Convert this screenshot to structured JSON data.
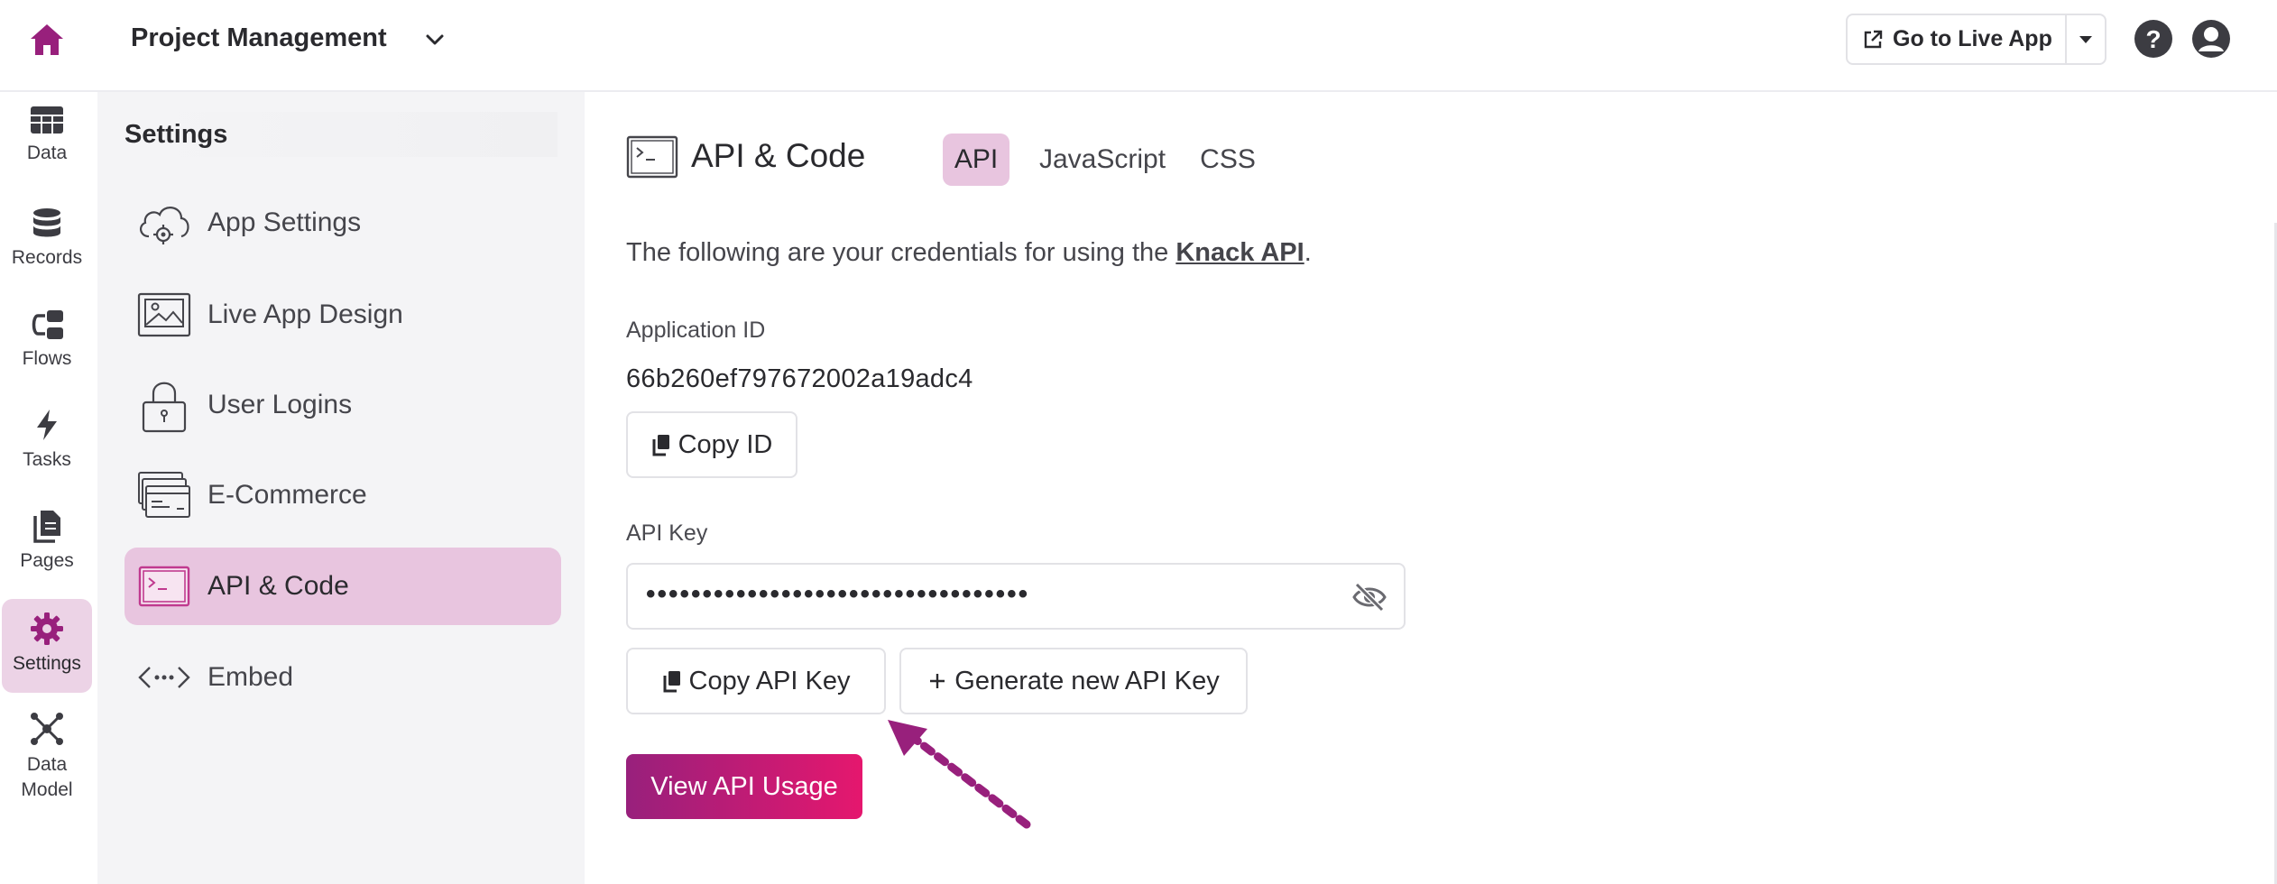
{
  "header": {
    "app_title": "Project Management",
    "live_button_label": "Go to Live App"
  },
  "rail": {
    "items": [
      {
        "label": "Data",
        "icon": "table-icon"
      },
      {
        "label": "Records",
        "icon": "database-icon"
      },
      {
        "label": "Flows",
        "icon": "flows-icon"
      },
      {
        "label": "Tasks",
        "icon": "bolt-icon"
      },
      {
        "label": "Pages",
        "icon": "pages-icon"
      },
      {
        "label": "Settings",
        "icon": "gear-icon"
      },
      {
        "label": "Data\nModel",
        "label_line1": "Data",
        "label_line2": "Model",
        "icon": "network-icon"
      }
    ]
  },
  "settings": {
    "heading": "Settings",
    "items": [
      {
        "label": "App Settings",
        "icon": "cloud-gear-icon"
      },
      {
        "label": "Live App Design",
        "icon": "picture-icon"
      },
      {
        "label": "User Logins",
        "icon": "lock-icon"
      },
      {
        "label": "E-Commerce",
        "icon": "cards-icon"
      },
      {
        "label": "API & Code",
        "icon": "terminal-icon"
      },
      {
        "label": "Embed",
        "icon": "embed-icon"
      }
    ]
  },
  "main": {
    "title": "API & Code",
    "tabs": [
      "API",
      "JavaScript",
      "CSS"
    ],
    "description_prefix": "The following are your credentials for using the ",
    "description_link": "Knack API",
    "description_suffix": ".",
    "app_id_label": "Application ID",
    "app_id_value": "66b260ef797672002a19adc4",
    "copy_id_label": "Copy ID",
    "api_key_label": "API Key",
    "api_key_masked": "••••••••••••••••••••••••••••••••••",
    "copy_key_label": "Copy API Key",
    "generate_key_label": "Generate new API Key",
    "view_usage_label": "View API Usage"
  },
  "colors": {
    "accent": "#98207c",
    "accent_end": "#e5176e",
    "active_bg": "#e8c5df",
    "panel_bg": "#f4f4f6"
  }
}
